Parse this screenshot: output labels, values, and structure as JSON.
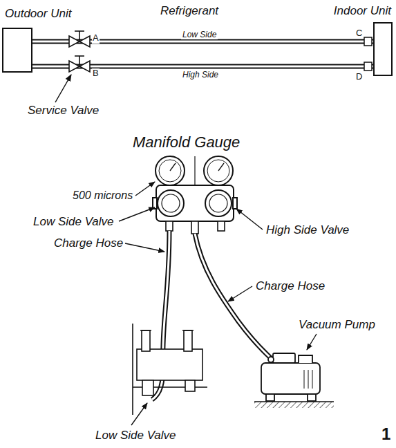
{
  "diagram": {
    "nodes": [
      {
        "text": [
          "Outdoor Unit"
        ]
      },
      {
        "text": [
          "Indoor Unit"
        ]
      }
    ],
    "edges": [
      {
        "from": 0,
        "to": 1,
        "arrow": "none",
        "label": "Low Side"
      },
      {
        "from": 0,
        "to": 1,
        "arrow": "none",
        "label": "High Side"
      }
    ],
    "labels": [
      "Refrigerant",
      "A",
      "B",
      "C",
      "D",
      "Service Valve",
      "Manifold Gauge",
      "500 microns",
      "Low Side Valve",
      "High Side Valve",
      "Charge Hose",
      "Charge Hose",
      "Vacuum Pump",
      "Low Side Valve",
      "1"
    ]
  }
}
